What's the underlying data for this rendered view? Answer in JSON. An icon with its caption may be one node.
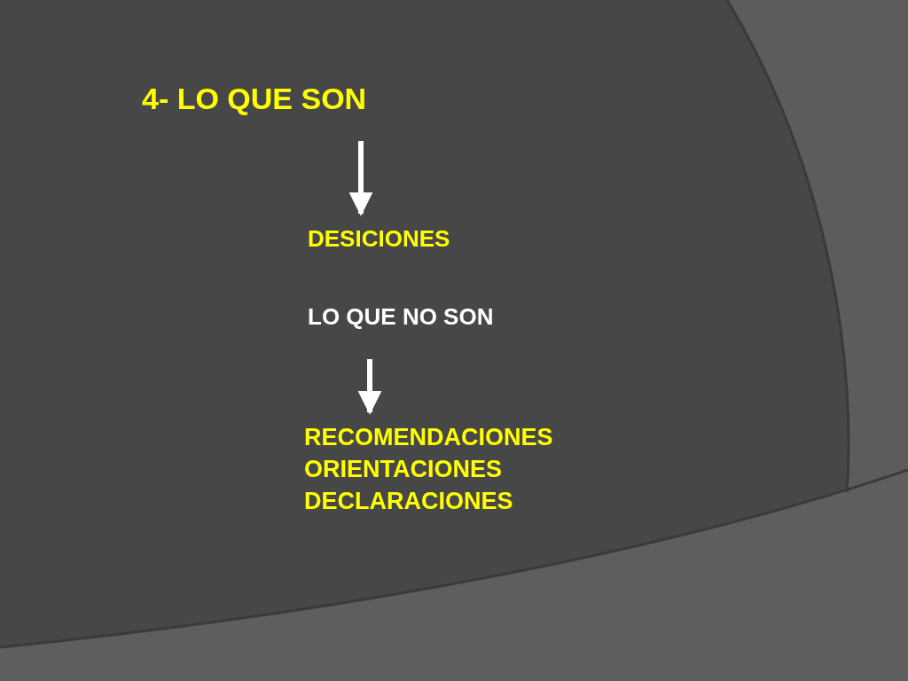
{
  "diagram": {
    "nodes": [
      {
        "text": [
          "4- LO QUE SON"
        ]
      },
      {
        "text": [
          "DESICIONES"
        ]
      },
      {
        "text": [
          "LO QUE NO SON"
        ]
      },
      {
        "text": [
          "RECOMENDACIONES",
          "ORIENTACIONES",
          "DECLARACIONES"
        ]
      }
    ],
    "edges": [
      {
        "from": 0,
        "to": 1,
        "arrow": "to"
      },
      {
        "from": 2,
        "to": 3,
        "arrow": "to"
      }
    ]
  }
}
